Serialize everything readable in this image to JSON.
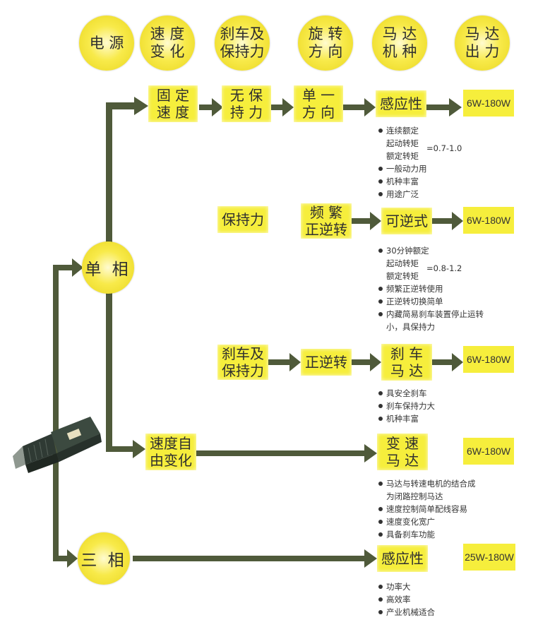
{
  "header": {
    "power": "电 源",
    "speed_change": "速 度\n变 化",
    "brake_hold": "刹车及\n保持力",
    "rotation": "旋 转\n方 向",
    "motor_type": "马 达\n机 种",
    "motor_output": "马 达\n出 力"
  },
  "phase": {
    "single": "单 相",
    "three": "三 相"
  },
  "row1": {
    "speed": "固 定\n速 度",
    "hold": "无 保\n持 力",
    "direction": "单 一\n方 向",
    "type": "感应性",
    "power": "6W-180W",
    "bullets": [
      "连续额定",
      "起动转矩",
      "额定转矩",
      "一般动力用",
      "机种丰富",
      "用途广泛"
    ],
    "ratio": "=0.7-1.0"
  },
  "row2": {
    "hold": "保持力",
    "direction": "频 繁\n正逆转",
    "type": "可逆式",
    "power": "6W-180W",
    "bullets": [
      "30分钟额定",
      "起动转矩",
      "额定转矩",
      "频繁正逆转使用",
      "正逆转切换简单",
      "内藏简易刹车装置停止运转",
      "小，具保持力"
    ],
    "ratio": "=0.8-1.2"
  },
  "row3": {
    "hold": "刹车及\n保持力",
    "direction": "正逆转",
    "type": "刹 车\n马 达",
    "power": "6W-180W",
    "bullets": [
      "具安全刹车",
      "刹车保持力大",
      "机种丰富"
    ]
  },
  "row4": {
    "speed": "速度自\n由变化",
    "type": "变 速\n马 达",
    "power": "6W-180W",
    "bullets": [
      "马达与转速电机的结合成",
      "为闭路控制马达",
      "速度控制简单配线容易",
      "速度变化宽广",
      "具备刹车功能"
    ]
  },
  "row5": {
    "type": "感应性",
    "power": "25W-180W",
    "bullets": [
      "功率大",
      "高效率",
      "产业机械适合"
    ]
  },
  "colors": {
    "arrow": "#4f5a3a",
    "box": "#f6ee3c",
    "circle": "#f3e233"
  }
}
